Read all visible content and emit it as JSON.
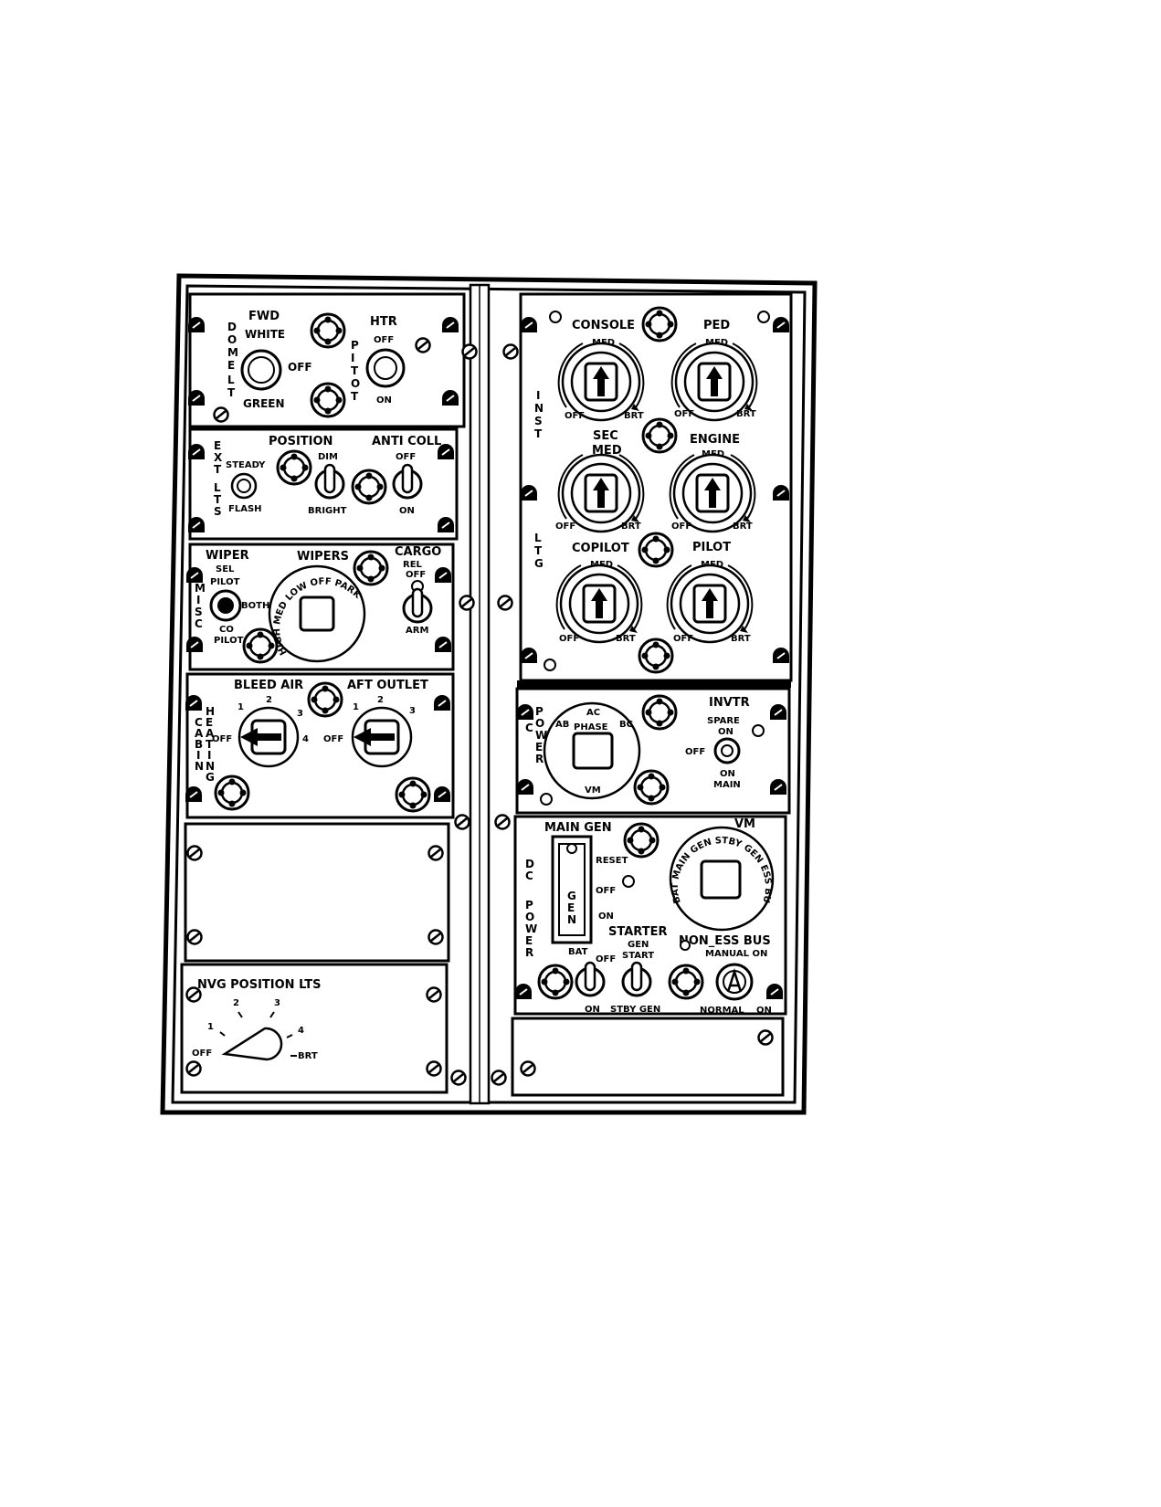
{
  "dome_lt": {
    "section": "DOME LT",
    "fwd": "FWD",
    "white": "WHITE",
    "off": "OFF",
    "green": "GREEN"
  },
  "pitot": {
    "section": "PITOT",
    "htr": "HTR",
    "off": "OFF",
    "on": "ON"
  },
  "ext_lts": {
    "section": "EXT LTS",
    "position": "POSITION",
    "steady": "STEADY",
    "flash": "FLASH",
    "dim": "DIM",
    "bright": "BRIGHT",
    "anti_coll": "ANTI COLL",
    "off": "OFF",
    "on": "ON"
  },
  "misc": {
    "section": "MISC",
    "wiper_sel": "WIPER",
    "sel": "SEL",
    "pilot": "PILOT",
    "both": "BOTH",
    "co": "CO",
    "co_pilot": "PILOT",
    "wipers": "WIPERS",
    "wiper_positions": "HIGH MED LOW OFF PARK",
    "cargo": "CARGO",
    "rel": "REL",
    "off": "OFF",
    "arm": "ARM"
  },
  "cabin_heating": {
    "section": "CABIN HEATING",
    "bleed_air": "BLEED AIR",
    "aft_outlet": "AFT OUTLET",
    "off": "OFF",
    "pos1": "1",
    "pos2": "2",
    "pos3": "3",
    "pos4": "4"
  },
  "nvg": {
    "title": "NVG POSITION LTS",
    "off": "OFF",
    "brt": "BRT",
    "pos1": "1",
    "pos2": "2",
    "pos3": "3",
    "pos4": "4"
  },
  "inst_ltg": {
    "section_a": "INST",
    "section_b": "LTG",
    "console": "CONSOLE",
    "ped": "PED",
    "sec": "SEC",
    "engine": "ENGINE",
    "copilot": "COPILOT",
    "pilot": "PILOT",
    "med": "MED",
    "off": "OFF",
    "brt": "BRT"
  },
  "ac_power": {
    "section": "AC POWER",
    "ac": "AC",
    "ab": "AB",
    "bc": "BC",
    "phase": "PHASE",
    "vm": "VM",
    "invtr": "INVTR",
    "spare": "SPARE",
    "on": "ON",
    "off": "OFF",
    "on_main": "ON",
    "main": "MAIN"
  },
  "dc_power": {
    "section": "DC POWER",
    "main_gen": "MAIN GEN",
    "reset": "RESET",
    "off": "OFF",
    "on": "ON",
    "gen": "GEN",
    "bat": "BAT",
    "starter_gen": "STARTER",
    "gen_b": "GEN",
    "start": "START",
    "stby_gen": "STBY GEN",
    "vm": "VM",
    "vm_ring": "BAT MAIN GEN STBY GEN ESS BUS NON-ESS BUS",
    "non_ess_bus": "NON_ESS BUS",
    "manual_on": "MANUAL ON",
    "normal": "NORMAL",
    "on_b": "ON",
    "bat_off": "OFF",
    "bat_on": "ON"
  }
}
